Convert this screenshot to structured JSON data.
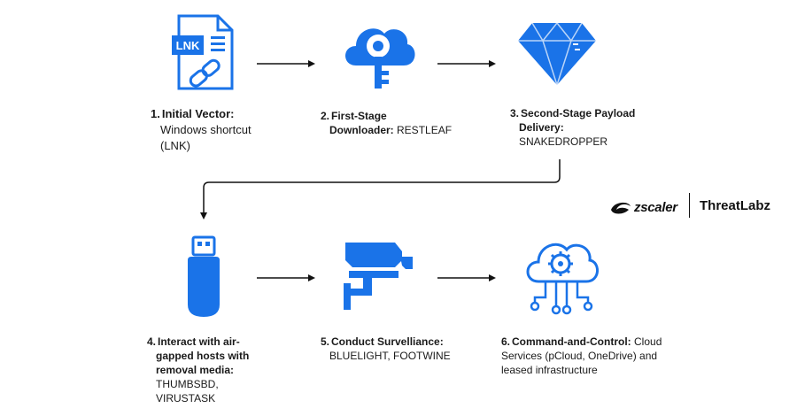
{
  "colors": {
    "accent": "#1a73e8",
    "text": "#1a1a1a",
    "line": "#111111"
  },
  "steps": [
    {
      "num": "1.",
      "title": "Initial Vector:",
      "detail_line1": "Windows shortcut",
      "detail_line2": "(LNK)",
      "icon": "lnk-file-icon",
      "icon_text": "LNK"
    },
    {
      "num": "2.",
      "title_line1": "First-Stage",
      "title_line2": "Downloader:",
      "detail": "RESTLEAF",
      "icon": "cloud-key-icon"
    },
    {
      "num": "3.",
      "title_line1": "Second-Stage Payload",
      "title_line2": "Delivery:",
      "detail": "SNAKEDROPPER",
      "icon": "diamond-icon"
    },
    {
      "num": "4.",
      "title_line1": "Interact with air-",
      "title_line2": "gapped hosts with",
      "title_line3": "removal media:",
      "detail_line1": "THUMBSBD,",
      "detail_line2": "VIRUSTASK",
      "icon": "usb-drive-icon"
    },
    {
      "num": "5.",
      "title": "Conduct Survelliance:",
      "detail": "BLUELIGHT, FOOTWINE",
      "icon": "security-camera-icon"
    },
    {
      "num": "6.",
      "title": "Command-and-Control:",
      "detail_line1_rest": "Cloud",
      "detail_line2": "Services (pCloud, OneDrive) and",
      "detail_line3": "leased infrastructure",
      "icon": "cloud-gear-network-icon"
    }
  ],
  "brand": {
    "left": "zscaler",
    "right": "ThreatLabz"
  }
}
